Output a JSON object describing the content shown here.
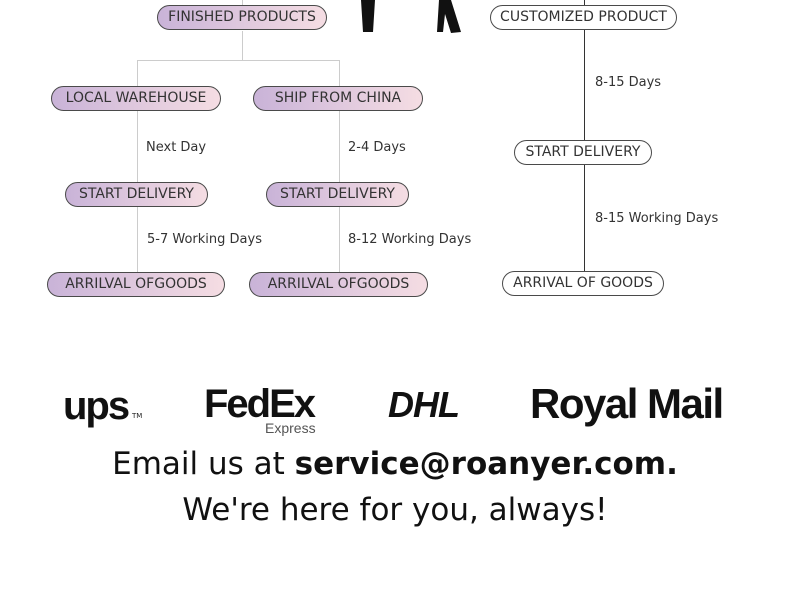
{
  "left": {
    "top": "FINISHED PRODUCTS",
    "branch_a": "LOCAL WAREHOUSE",
    "branch_b": "SHIP FROM CHINA",
    "time_a1": "Next Day",
    "time_b1": "2-4 Days",
    "start_a": "START DELIVERY",
    "start_b": "START DELIVERY",
    "time_a2": "5-7 Working Days",
    "time_b2": "8-12 Working Days",
    "arrive_a": "ARRILVAL OFGOODS",
    "arrive_b": "ARRILVAL OFGOODS"
  },
  "right": {
    "top": "CUSTOMIZED PRODUCT",
    "time1": "8-15 Days",
    "start": "START DELIVERY",
    "time2": "8-15 Working Days",
    "arrive": "ARRIVAL OF GOODS"
  },
  "logos": {
    "ups": "ups",
    "ups_tm": "TM",
    "fedex": "FedEx",
    "fedex_sub": "Express",
    "dhl": "DHL",
    "royalmail": "Royal Mail"
  },
  "contact": {
    "prefix": "Email us at ",
    "email": "service@roanyer.com.",
    "line2": "We're here for you, always!"
  }
}
